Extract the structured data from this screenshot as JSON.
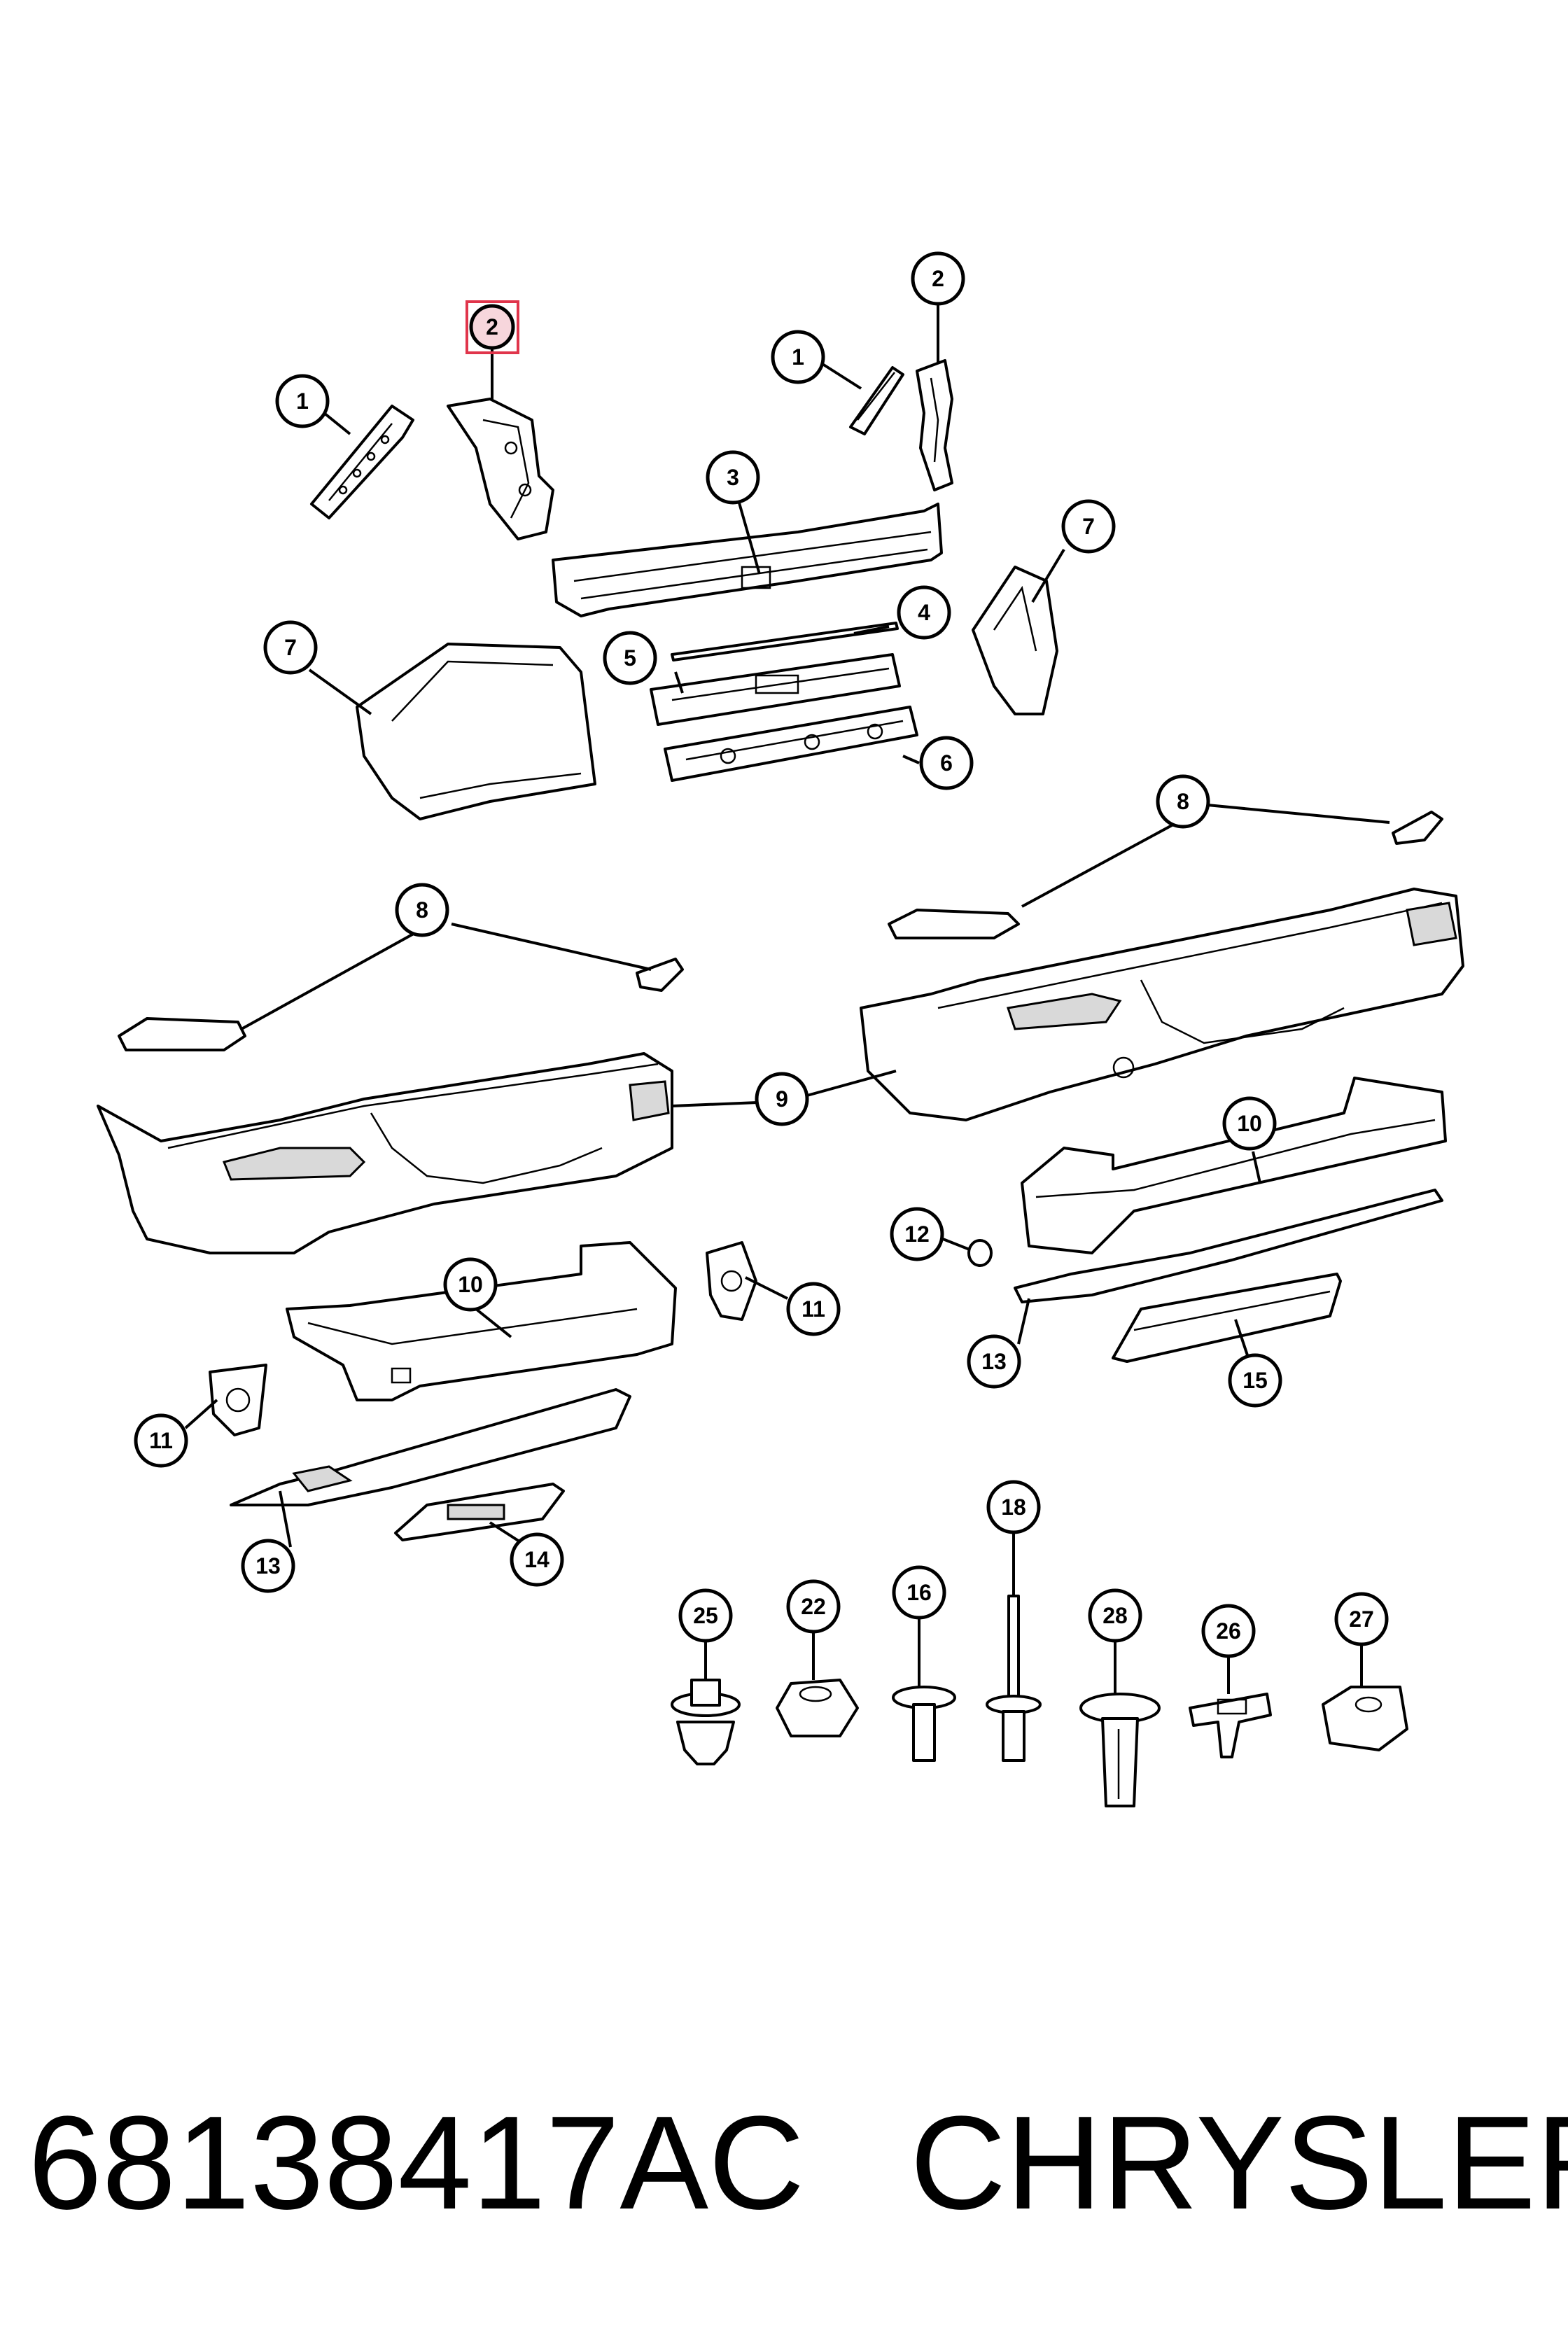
{
  "caption": {
    "part_number": "68138417AC",
    "brand": "CHRYSLER"
  },
  "highlight_color": "#e0354b",
  "callouts": {
    "c2a": "2",
    "c1a": "1",
    "c2b": "2",
    "c1b": "1",
    "c3": "3",
    "c7a": "7",
    "c4": "4",
    "c5": "5",
    "c6": "6",
    "c7b": "7",
    "c8a": "8",
    "c8b": "8",
    "c9": "9",
    "c10a": "10",
    "c10b": "10",
    "c11a": "11",
    "c11b": "11",
    "c12": "12",
    "c13a": "13",
    "c13b": "13",
    "c14": "14",
    "c15": "15",
    "c18": "18",
    "c25": "25",
    "c22": "22",
    "c16": "16",
    "c28": "28",
    "c26": "26",
    "c27": "27"
  }
}
